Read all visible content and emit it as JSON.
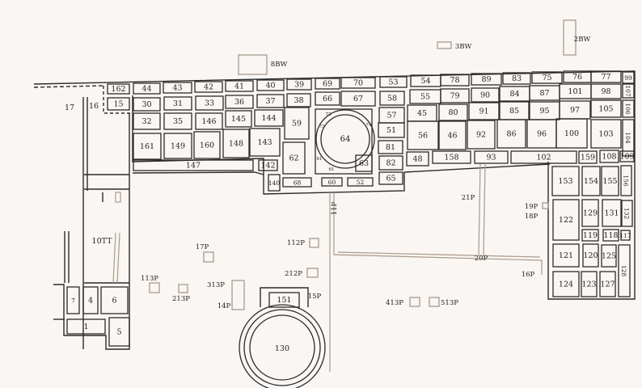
{
  "title": "Site plan",
  "colors": {
    "wall": "#2b2b2b",
    "path": "#a89a8c",
    "background": "#faf6f3"
  },
  "rooms": [
    "162",
    "44",
    "43",
    "42",
    "41",
    "40",
    "39",
    "69",
    "70",
    "53",
    "54",
    "78",
    "89",
    "83",
    "75",
    "76",
    "77",
    "99",
    "15",
    "30",
    "31",
    "33",
    "36",
    "37",
    "38",
    "66",
    "67",
    "58",
    "55",
    "79",
    "90",
    "84",
    "87",
    "101",
    "98",
    "107",
    "32",
    "35",
    "146",
    "145",
    "144",
    "59",
    "57",
    "45",
    "80",
    "91",
    "85",
    "95",
    "97",
    "105",
    "106",
    "161",
    "149",
    "160",
    "148",
    "143",
    "62",
    "51",
    "81",
    "56",
    "46",
    "92",
    "86",
    "96",
    "100",
    "103",
    "104",
    "147",
    "142",
    "48",
    "158",
    "93",
    "102",
    "159",
    "108",
    "109",
    "82",
    "65",
    "60",
    "52",
    "68",
    "140",
    "63",
    "153",
    "154",
    "155",
    "156",
    "122",
    "129",
    "131",
    "132",
    "119",
    "118",
    "117",
    "121",
    "120",
    "125",
    "128",
    "124",
    "123",
    "127",
    "7",
    "4",
    "6",
    "1",
    "5",
    "151"
  ],
  "rotunda": {
    "label": "64",
    "sub_labels": [
      "72",
      "73",
      "74",
      "61",
      "61"
    ]
  },
  "arena": "130",
  "area_labels": [
    "17",
    "16",
    "10TT"
  ],
  "pavilions": [
    "8BW",
    "3BW",
    "2BW",
    "17P",
    "113P",
    "213P",
    "313P",
    "14P",
    "112P",
    "212P",
    "15P",
    "413P",
    "513P",
    "21P",
    "19P",
    "18P",
    "16P",
    "20P",
    "11P"
  ]
}
